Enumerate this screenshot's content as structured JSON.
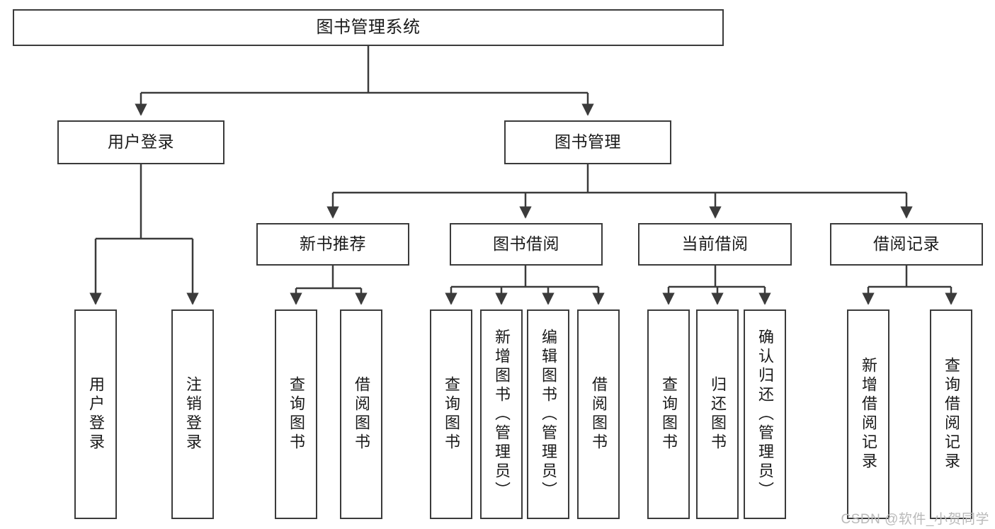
{
  "diagram": {
    "title": "图书管理系统",
    "type": "tree-hierarchy",
    "watermark": "CSDN @软件_小贺同学",
    "colors": {
      "stroke": "#3b3b3b",
      "fill": "#ffffff",
      "text": "#1a1a1a",
      "watermark": "#b9b9b9"
    },
    "nodes": {
      "root": {
        "label": "图书管理系统"
      },
      "level2": [
        {
          "label": "用户登录"
        },
        {
          "label": "图书管理"
        }
      ],
      "level3": [
        {
          "label": "新书推荐"
        },
        {
          "label": "图书借阅"
        },
        {
          "label": "当前借阅"
        },
        {
          "label": "借阅记录"
        }
      ],
      "leaves": {
        "user_login": [
          {
            "label": "用户登录"
          },
          {
            "label": "注销登录"
          }
        ],
        "new_book_recommend": [
          {
            "label": "查询图书"
          },
          {
            "label": "借阅图书"
          }
        ],
        "book_borrow": [
          {
            "label": "查询图书"
          },
          {
            "label": "新增图书（管理员）"
          },
          {
            "label": "编辑图书（管理员）"
          },
          {
            "label": "借阅图书"
          }
        ],
        "current_borrow": [
          {
            "label": "查询图书"
          },
          {
            "label": "归还图书"
          },
          {
            "label": "确认归还（管理员）"
          }
        ],
        "borrow_record": [
          {
            "label": "新增借阅记录"
          },
          {
            "label": "查询借阅记录"
          }
        ]
      }
    }
  }
}
